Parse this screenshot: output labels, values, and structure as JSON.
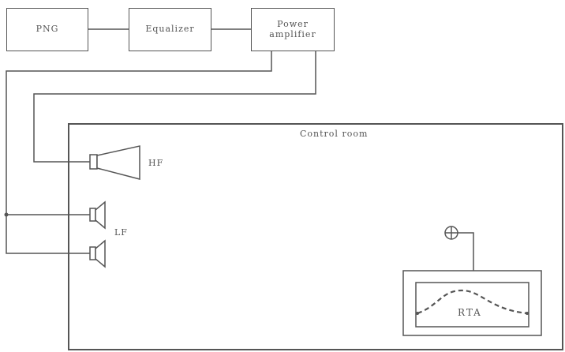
{
  "blocks": {
    "pink_noise": "PNG",
    "equalizer": "Equalizer",
    "amplifier_line1": "Power",
    "amplifier_line2": "amplifier"
  },
  "room_label": "Control room",
  "speakers": {
    "high_freq_label": "HF",
    "low_freq_label": "LF"
  },
  "analyzer_label": "RTA",
  "icons": [
    "microphone-icon",
    "horn-speaker-icon",
    "cone-speaker-icon"
  ]
}
